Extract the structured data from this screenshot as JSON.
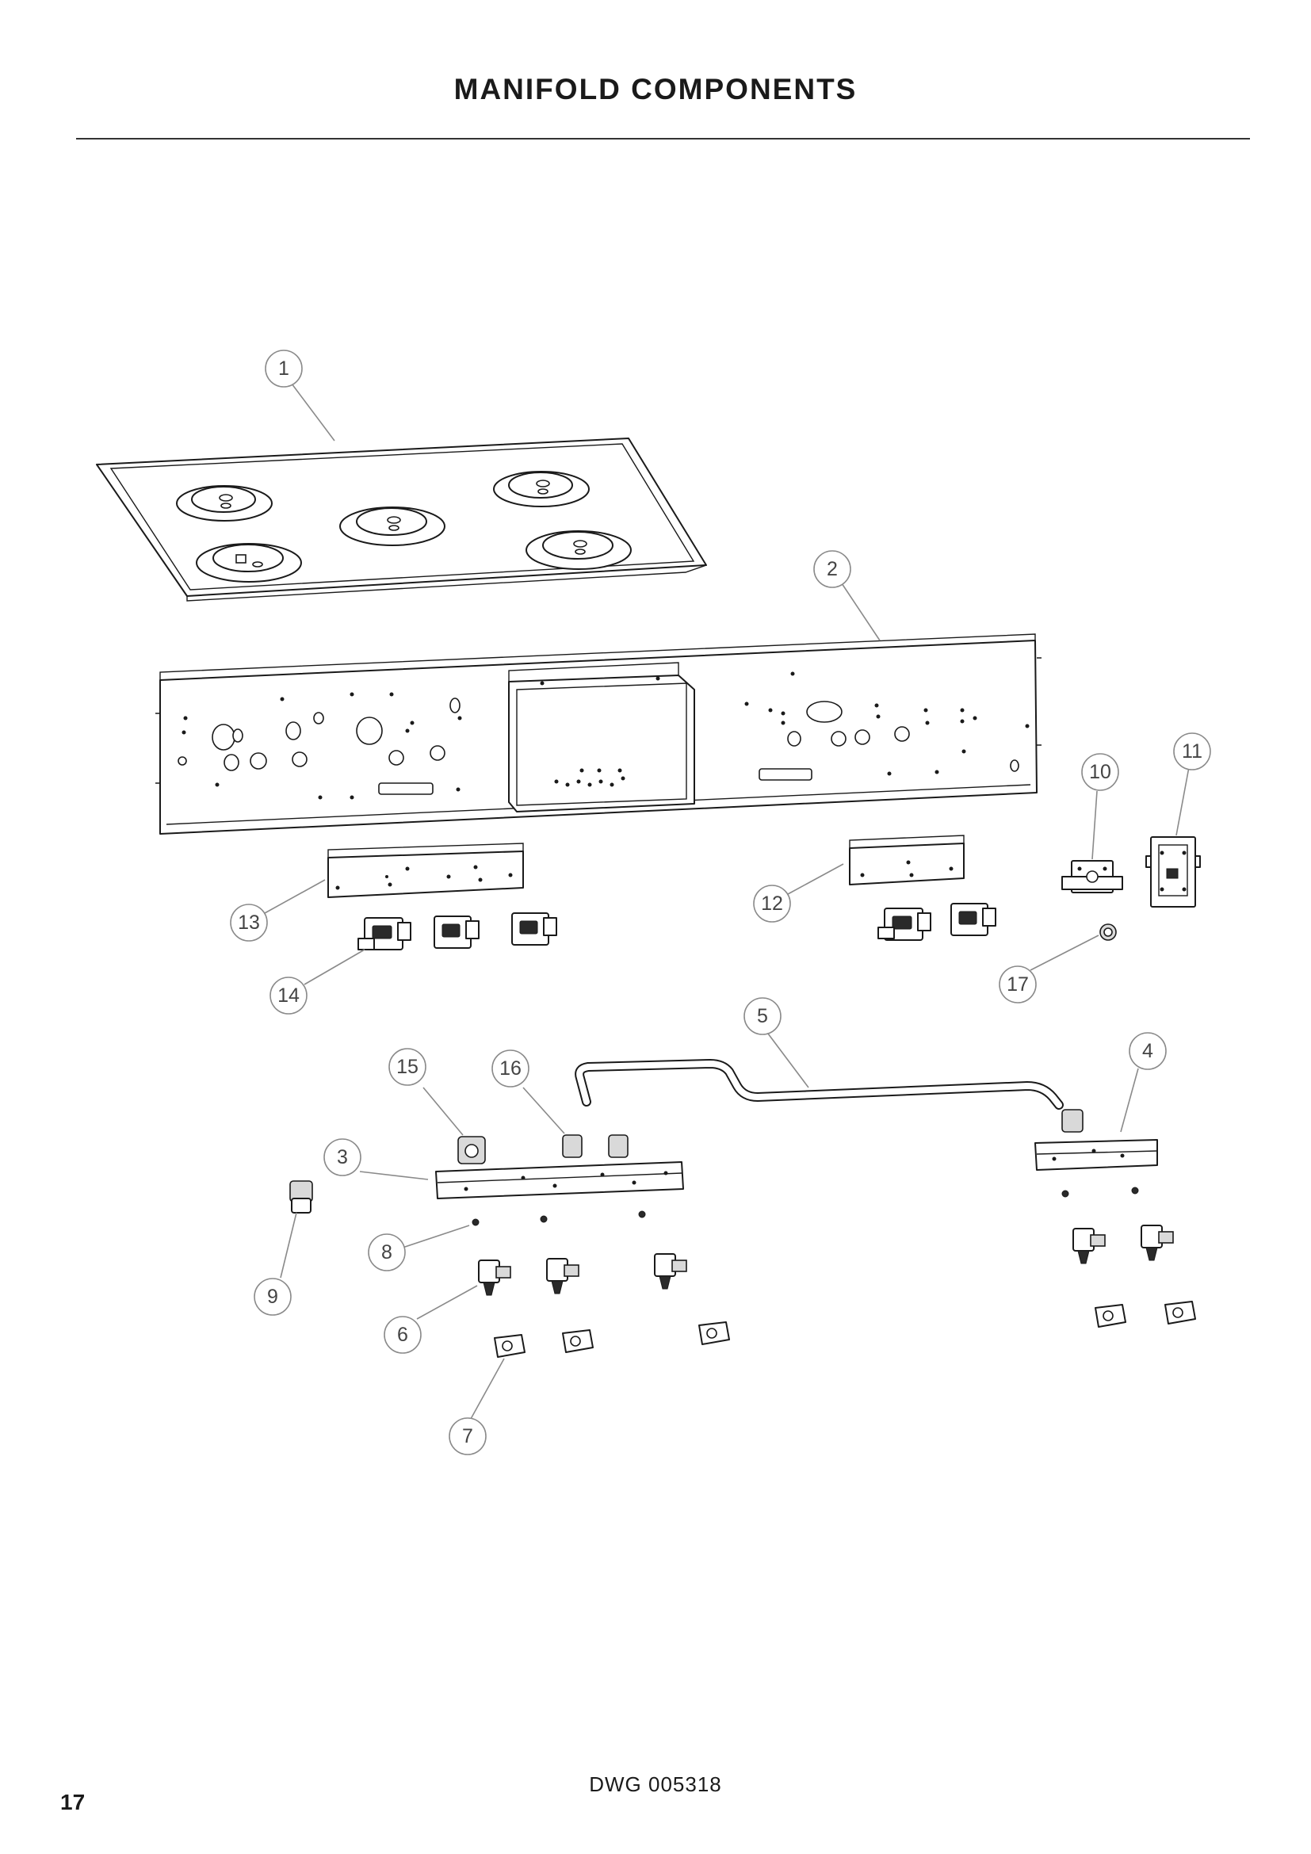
{
  "page": {
    "title": "MANIFOLD COMPONENTS",
    "drawing_number": "DWG 005318",
    "page_number": "17"
  },
  "diagram": {
    "callouts": [
      "1",
      "2",
      "3",
      "4",
      "5",
      "6",
      "7",
      "8",
      "9",
      "10",
      "11",
      "12",
      "13",
      "14",
      "15",
      "16",
      "17"
    ]
  }
}
